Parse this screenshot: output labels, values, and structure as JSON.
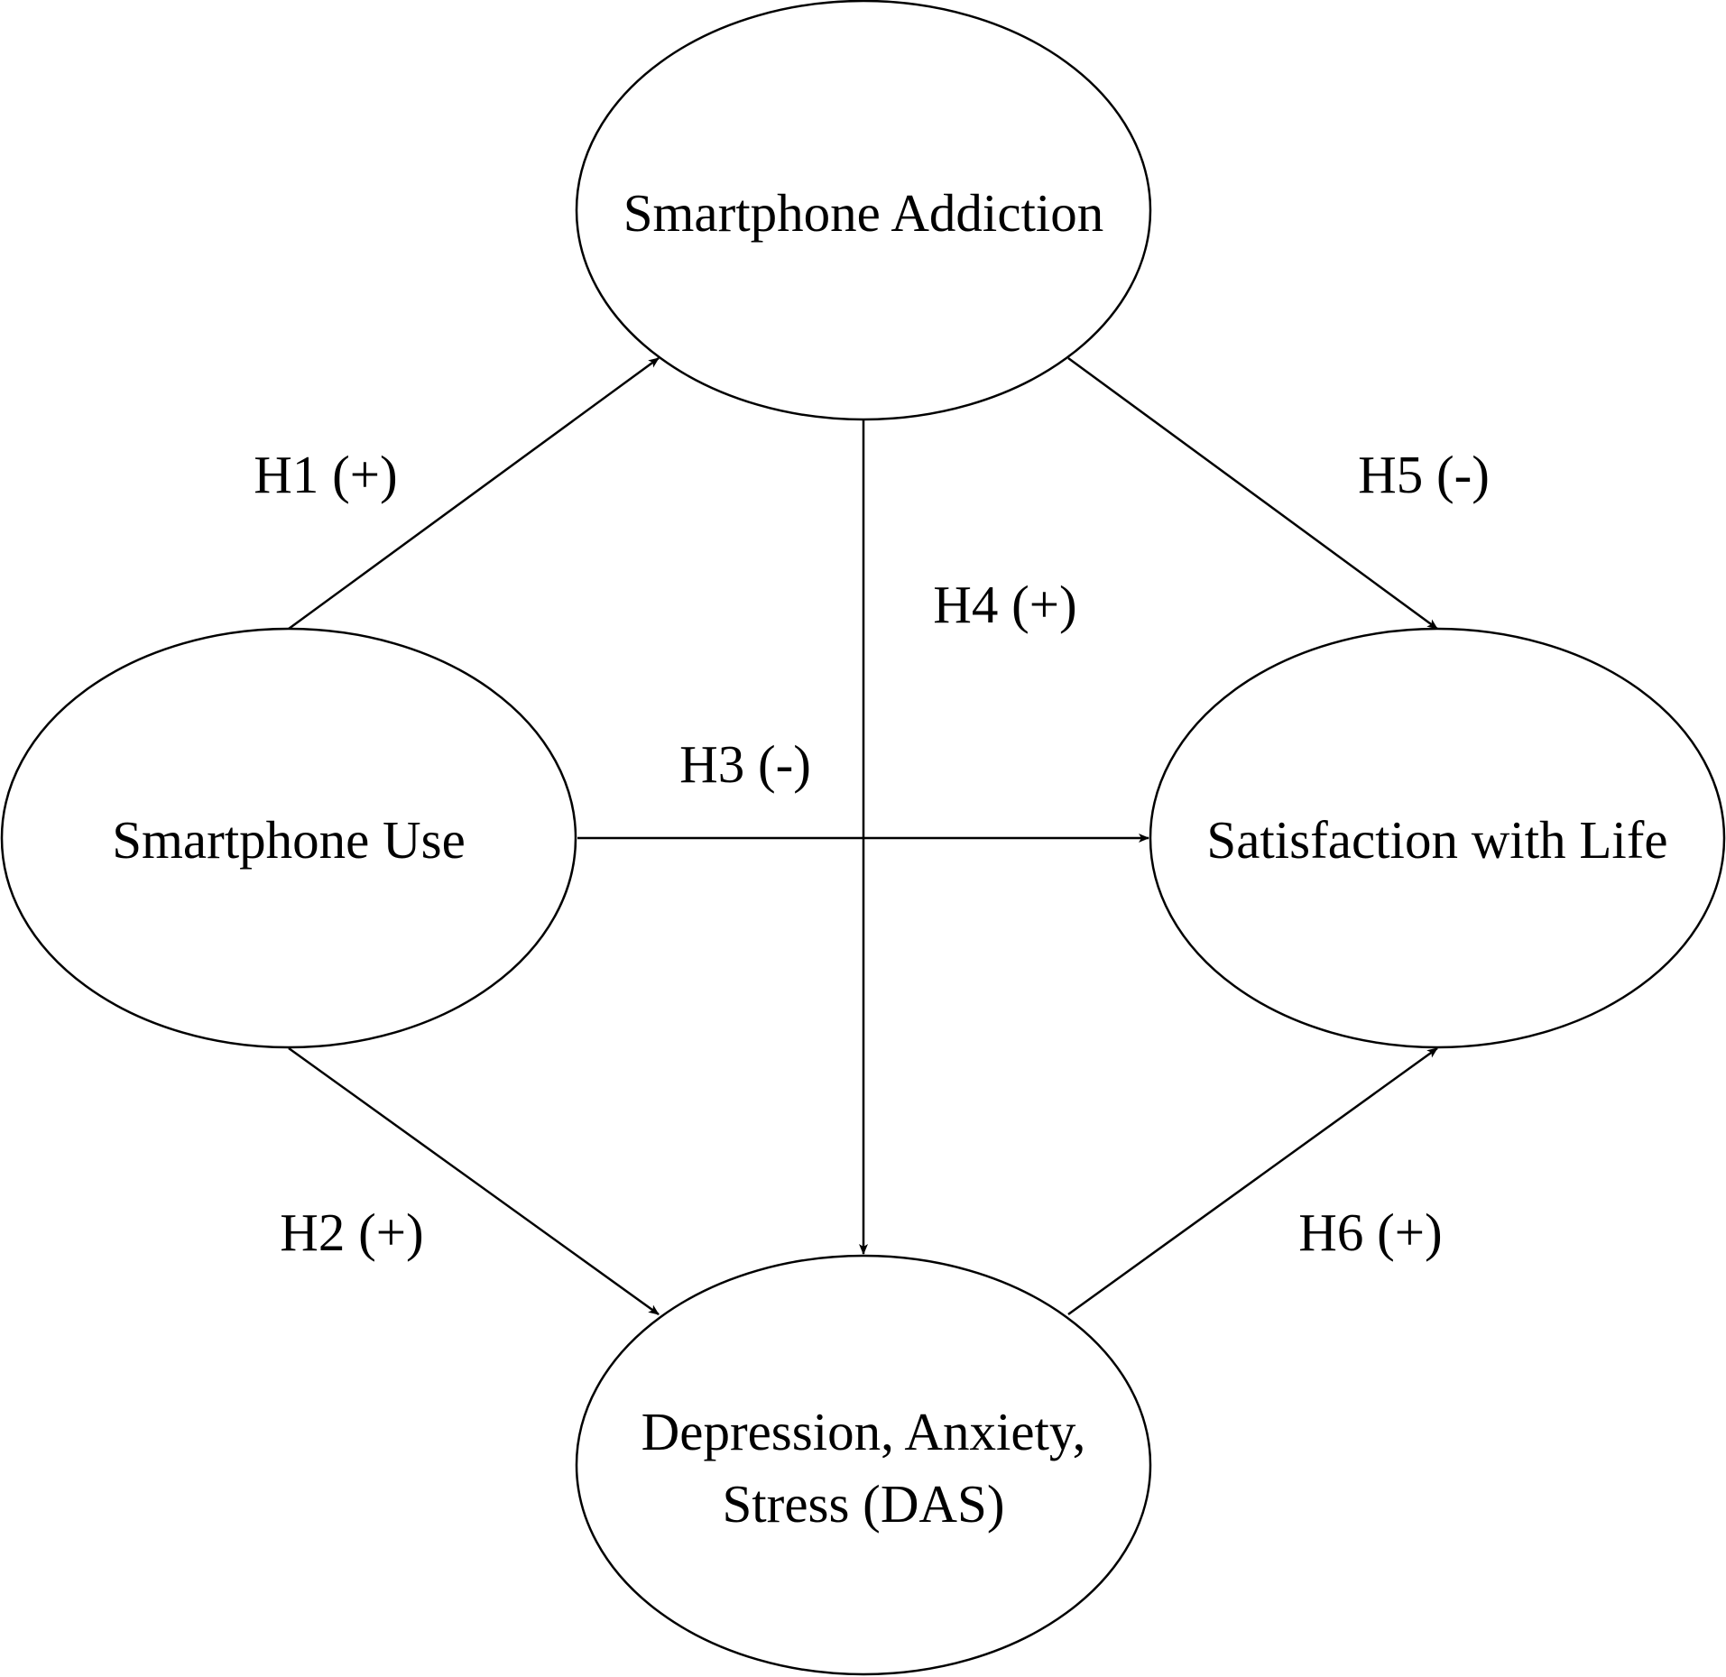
{
  "nodes": {
    "smartphone_addiction": {
      "lines": [
        "Smartphone Addiction"
      ]
    },
    "smartphone_use": {
      "lines": [
        "Smartphone Use"
      ]
    },
    "satisfaction_with_life": {
      "lines": [
        "Satisfaction with Life"
      ]
    },
    "das": {
      "lines": [
        "Depression, Anxiety,",
        "Stress (DAS)"
      ]
    }
  },
  "edges": {
    "h1": {
      "label": "H1 (+)",
      "from": "Smartphone Use",
      "to": "Smartphone Addiction"
    },
    "h2": {
      "label": "H2 (+)",
      "from": "Smartphone Use",
      "to": "Depression, Anxiety, Stress (DAS)"
    },
    "h3": {
      "label": "H3 (-)",
      "from": "Smartphone Use",
      "to": "Satisfaction with Life"
    },
    "h4": {
      "label": "H4 (+)",
      "from": "Smartphone Addiction",
      "to": "Depression, Anxiety, Stress (DAS)"
    },
    "h5": {
      "label": "H5 (-)",
      "from": "Smartphone Addiction",
      "to": "Satisfaction with Life"
    },
    "h6": {
      "label": "H6 (+)",
      "from": "Depression, Anxiety, Stress (DAS)",
      "to": "Satisfaction with Life"
    }
  },
  "colors": {
    "stroke": "#000000",
    "background": "#ffffff"
  }
}
